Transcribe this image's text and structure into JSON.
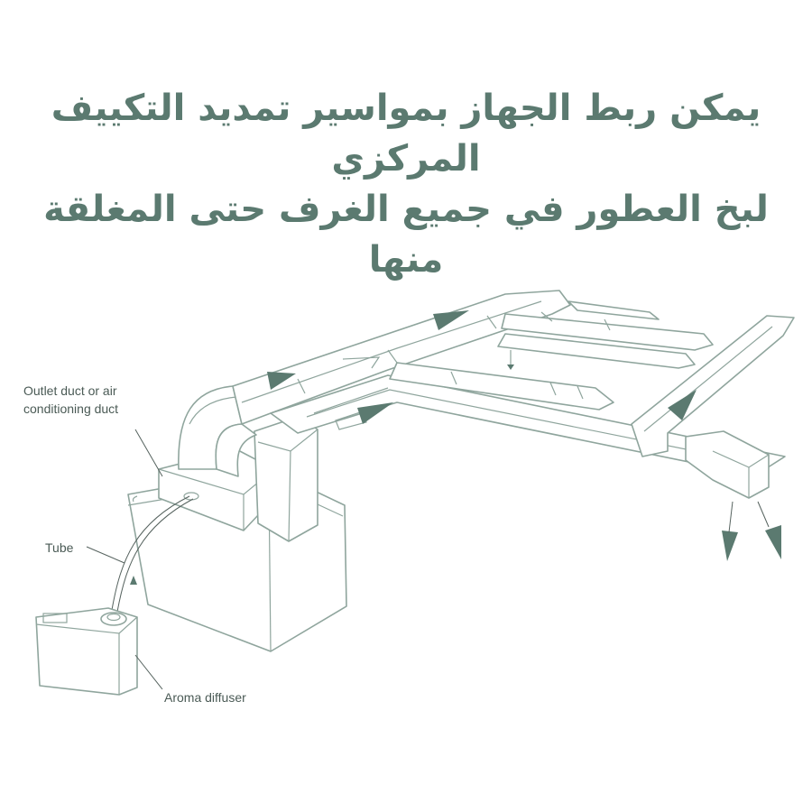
{
  "headline": {
    "line1": "يمكن ربط الجهاز بمواسير تمديد التكييف المركزي",
    "line2": "لبخ العطور في جميع الغرف حتى المغلقة منها"
  },
  "labels": {
    "outlet_line1": "Outlet duct or air",
    "outlet_line2": "conditioning duct",
    "tube": "Tube",
    "aroma": "Aroma diffuser"
  },
  "colors": {
    "heading": "#5b7a70",
    "line": "#8fa59d",
    "arrow": "#5b7a70",
    "label": "#4a5a55"
  }
}
